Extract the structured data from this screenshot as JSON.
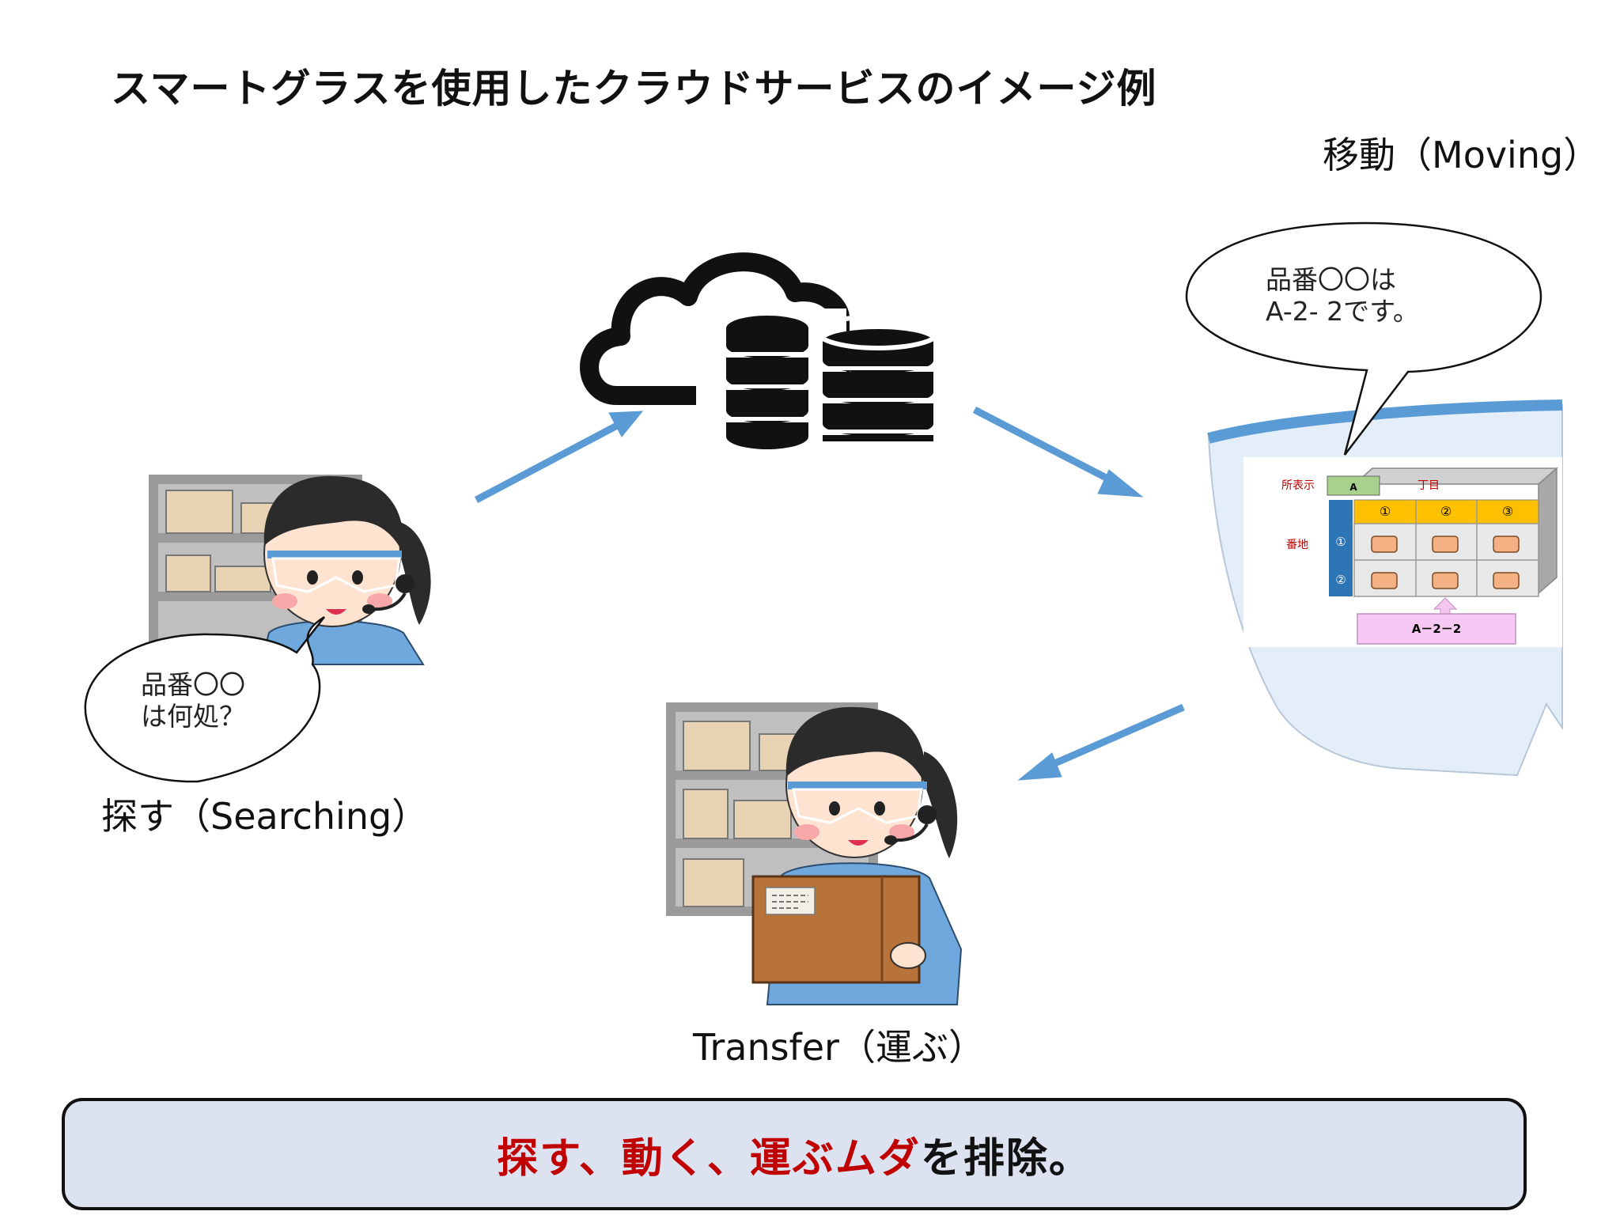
{
  "title": "スマートグラスを使用したクラウドサービスのイメージ例",
  "labels": {
    "moving": "移動（Moving）",
    "searching": "探す（Searching）",
    "transfer": "Transfer（運ぶ）"
  },
  "bubbles": {
    "moving_line1": "品番〇〇は",
    "moving_line2": "A-2- 2です。",
    "searching_line1": "品番〇〇",
    "searching_line2": "は何処？"
  },
  "shelf_display": {
    "location_label": "所表示",
    "aisle_value": "A",
    "chome_label": "丁目",
    "columns": [
      "①",
      "②",
      "③"
    ],
    "address_label": "番地",
    "rows": [
      "①",
      "②"
    ],
    "target_code": "A－2－2"
  },
  "banner": {
    "red_text": "探す、動く、運ぶムダ",
    "black_text": "を排除。"
  },
  "colors": {
    "arrow": "#5b9bd5",
    "banner_bg": "#dde2f0",
    "highlight_red": "#c00000"
  },
  "icons": [
    "cloud-icon",
    "database-icon",
    "worker-icon",
    "shelf-icon",
    "package-icon"
  ]
}
